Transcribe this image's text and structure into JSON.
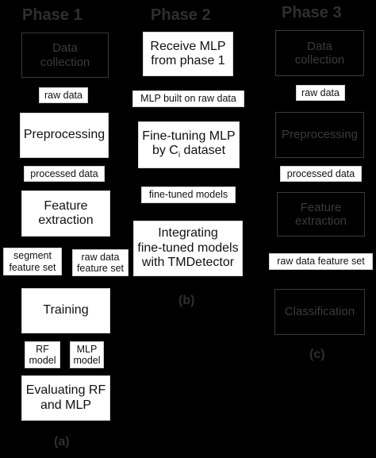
{
  "phases": {
    "p1": "Phase 1",
    "p2": "Phase 2",
    "p3": "Phase 3"
  },
  "phase1": {
    "data_collection": "Data\ncollection",
    "raw_data": "raw data",
    "preprocessing": "Preprocessing",
    "processed_data": "processed data",
    "feature_extraction": "Feature\nextraction",
    "segment_feature_set": "segment\nfeature set",
    "raw_data_feature_set": "raw data\nfeature set",
    "training": "Training",
    "rf_model": "RF\nmodel",
    "mlp_model": "MLP\nmodel",
    "evaluating": "Evaluating RF\nand MLP",
    "caption": "(a)"
  },
  "phase2": {
    "receive_mlp": "Receive MLP\nfrom phase 1",
    "mlp_built": "MLP built on raw data",
    "fine_tuning_line1": "Fine-tuning MLP",
    "fine_tuning_line2_prefix": "by C",
    "fine_tuning_sub": "i",
    "fine_tuning_line2_suffix": " dataset",
    "fine_tuned_models": "fine-tuned models",
    "integrating": "Integrating\nfine-tuned models\nwith TMDetector",
    "caption": "(b)"
  },
  "phase3": {
    "data_collection": "Data\ncollection",
    "raw_data": "raw data",
    "preprocessing": "Preprocessing",
    "processed_data": "processed data",
    "feature_extraction": "Feature\nextraction",
    "raw_data_feature_set": "raw data feature set",
    "classification": "Classification",
    "caption": "(c)"
  }
}
